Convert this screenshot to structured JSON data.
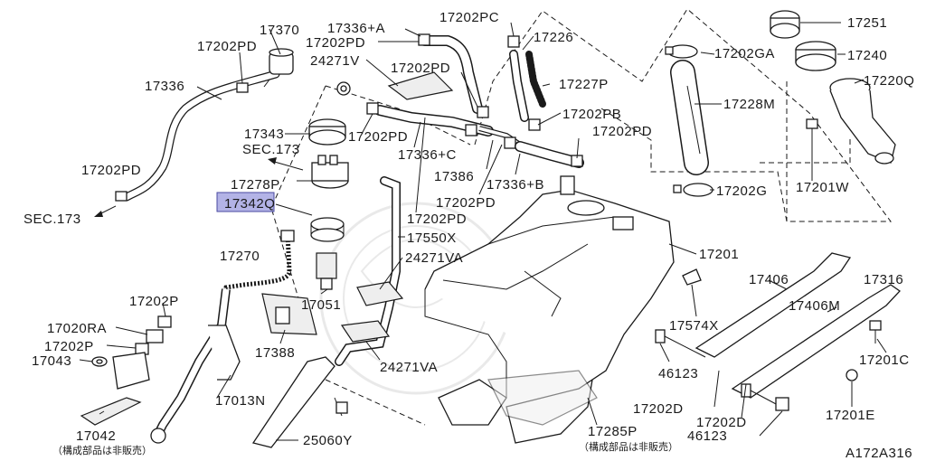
{
  "diagram_id": "A172A316",
  "highlighted_part": "17342Q",
  "highlight_color": "#b3b3e6",
  "notes": {
    "left": "（構成部品は非販売）",
    "right": "（構成部品は非販売）"
  },
  "labels": [
    {
      "id": "l17370",
      "text": "17370"
    },
    {
      "id": "l17336a",
      "text": "17336+A"
    },
    {
      "id": "l17202pc",
      "text": "17202PC"
    },
    {
      "id": "l17226",
      "text": "17226"
    },
    {
      "id": "l17251",
      "text": "17251"
    },
    {
      "id": "l17202pd_1",
      "text": "17202PD"
    },
    {
      "id": "l17202pd_2",
      "text": "17202PD"
    },
    {
      "id": "l24271v",
      "text": "24271V"
    },
    {
      "id": "l17202pd_3",
      "text": "17202PD"
    },
    {
      "id": "l17202ga",
      "text": "17202GA"
    },
    {
      "id": "l17240",
      "text": "17240"
    },
    {
      "id": "l17336",
      "text": "17336"
    },
    {
      "id": "l17227p",
      "text": "17227P"
    },
    {
      "id": "l17220q",
      "text": "17220Q"
    },
    {
      "id": "l17228m",
      "text": "17228M"
    },
    {
      "id": "l17202pb",
      "text": "17202PB"
    },
    {
      "id": "l17343",
      "text": "17343"
    },
    {
      "id": "l17202pd_4",
      "text": "17202PD"
    },
    {
      "id": "l17202pd_5",
      "text": "17202PD"
    },
    {
      "id": "lsec173_1",
      "text": "SEC.173"
    },
    {
      "id": "l17336c",
      "text": "17336+C"
    },
    {
      "id": "l17202pd_6",
      "text": "17202PD"
    },
    {
      "id": "l17386",
      "text": "17386"
    },
    {
      "id": "l17278p",
      "text": "17278P"
    },
    {
      "id": "l17336b",
      "text": "17336+B"
    },
    {
      "id": "l17201w",
      "text": "17201W"
    },
    {
      "id": "l17202g",
      "text": "17202G"
    },
    {
      "id": "l17342q",
      "text": "17342Q"
    },
    {
      "id": "l17202pd_7",
      "text": "17202PD"
    },
    {
      "id": "lsec173_2",
      "text": "SEC.173"
    },
    {
      "id": "l17202pd_8",
      "text": "17202PD"
    },
    {
      "id": "l17550x",
      "text": "17550X"
    },
    {
      "id": "l17201",
      "text": "17201"
    },
    {
      "id": "l17270",
      "text": "17270"
    },
    {
      "id": "l24271va_1",
      "text": "24271VA"
    },
    {
      "id": "l17406",
      "text": "17406"
    },
    {
      "id": "l17406m",
      "text": "17406M"
    },
    {
      "id": "l17316",
      "text": "17316"
    },
    {
      "id": "l17202p_1",
      "text": "17202P"
    },
    {
      "id": "l17051",
      "text": "17051"
    },
    {
      "id": "l17020ra",
      "text": "17020RA"
    },
    {
      "id": "l17574x",
      "text": "17574X"
    },
    {
      "id": "l17202p_2",
      "text": "17202P"
    },
    {
      "id": "l17388",
      "text": "17388"
    },
    {
      "id": "l17201c",
      "text": "17201C"
    },
    {
      "id": "l17043",
      "text": "17043"
    },
    {
      "id": "l24271va_2",
      "text": "24271VA"
    },
    {
      "id": "l46123_1",
      "text": "46123"
    },
    {
      "id": "l17013n",
      "text": "17013N"
    },
    {
      "id": "l17202d_1",
      "text": "17202D"
    },
    {
      "id": "l17201e",
      "text": "17201E"
    },
    {
      "id": "l17202d_2",
      "text": "17202D"
    },
    {
      "id": "l17042",
      "text": "17042"
    },
    {
      "id": "l17285p",
      "text": "17285P"
    },
    {
      "id": "l46123_2",
      "text": "46123"
    },
    {
      "id": "l25060y",
      "text": "25060Y"
    }
  ]
}
